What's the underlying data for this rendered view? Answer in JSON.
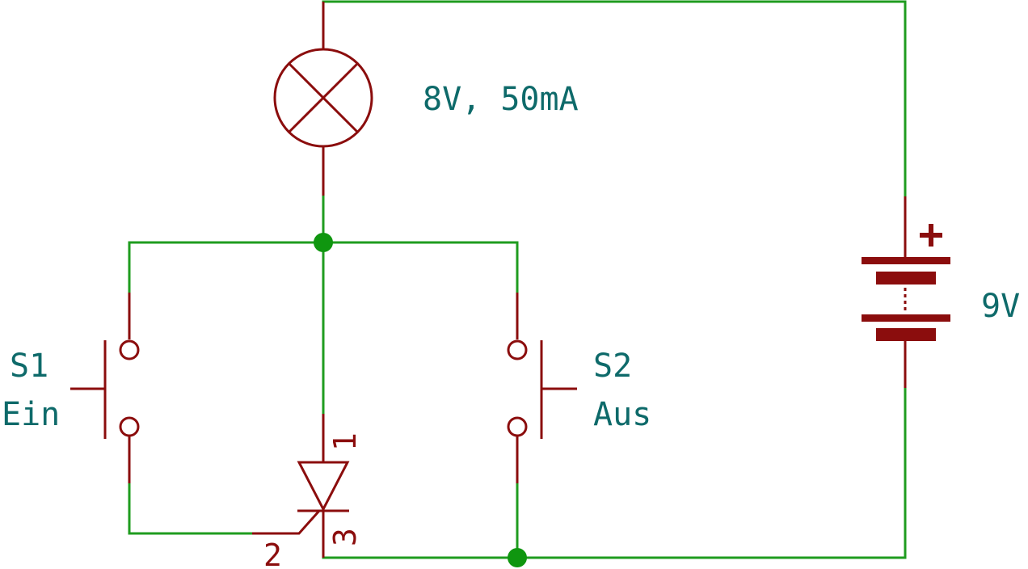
{
  "lamp": {
    "rating": "8V, 50mA"
  },
  "battery": {
    "voltage": "9V",
    "polarity": "+"
  },
  "switch_s1": {
    "ref": "S1",
    "name": "Ein"
  },
  "switch_s2": {
    "ref": "S2",
    "name": "Aus"
  },
  "thyristor": {
    "pin1": "1",
    "pin2": "2",
    "pin3": "3"
  },
  "colors": {
    "wire": "#1f9c1f",
    "component": "#8b0d0d",
    "label": "#0e6a6a",
    "junction": "#0f960f"
  }
}
